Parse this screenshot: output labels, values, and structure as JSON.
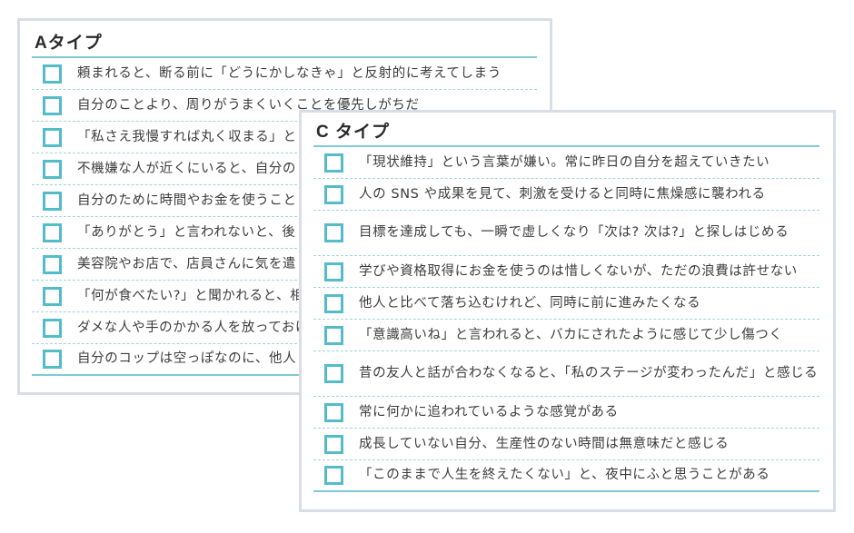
{
  "colors": {
    "accent_teal": "#54bcc8",
    "rule_line": "#7ccbd4",
    "dashed_separator": "#9fd6dc",
    "panel_border": "#d9dde6",
    "text": "#3c3c3c"
  },
  "panel_a": {
    "title": "Aタイプ",
    "items": [
      {
        "text": "頼まれると、断る前に「どうにかしなきゃ」と反射的に考えてしまう",
        "checked": false
      },
      {
        "text": "自分のことより、周りがうまくいくことを優先しがちだ",
        "checked": false
      },
      {
        "text": "「私さえ我慢すれば丸く収まる」と",
        "checked": false
      },
      {
        "text": "不機嫌な人が近くにいると、自分の",
        "checked": false
      },
      {
        "text": "自分のために時間やお金を使うこと",
        "checked": false
      },
      {
        "text": "「ありがとう」と言われないと、後",
        "checked": false
      },
      {
        "text": "美容院やお店で、店員さんに気を遣",
        "checked": false
      },
      {
        "text": "「何が食べたい?」と聞かれると、相",
        "checked": false
      },
      {
        "text": "ダメな人や手のかかる人を放っておけ",
        "checked": false
      },
      {
        "text": "自分のコップは空っぽなのに、他人",
        "checked": false
      }
    ]
  },
  "panel_c": {
    "title": "C タイプ",
    "items": [
      {
        "text": "「現状維持」という言葉が嫌い。常に昨日の自分を超えていきたい",
        "checked": false
      },
      {
        "text": "人の SNS や成果を見て、刺激を受けると同時に焦燥感に襲われる",
        "checked": false
      },
      {
        "text": "目標を達成しても、一瞬で虚しくなり「次は? 次は?」と探しはじめる",
        "checked": false
      },
      {
        "text": "学びや資格取得にお金を使うのは惜しくないが、ただの浪費は許せない",
        "checked": false
      },
      {
        "text": "他人と比べて落ち込むけれど、同時に前に進みたくなる",
        "checked": false
      },
      {
        "text": "「意識高いね」と言われると、バカにされたように感じて少し傷つく",
        "checked": false
      },
      {
        "text": "昔の友人と話が合わなくなると、「私のステージが変わったんだ」と感じる",
        "checked": false
      },
      {
        "text": "常に何かに追われているような感覚がある",
        "checked": false
      },
      {
        "text": "成長していない自分、生産性のない時間は無意味だと感じる",
        "checked": false
      },
      {
        "text": "「このままで人生を終えたくない」と、夜中にふと思うことがある",
        "checked": false
      }
    ]
  }
}
